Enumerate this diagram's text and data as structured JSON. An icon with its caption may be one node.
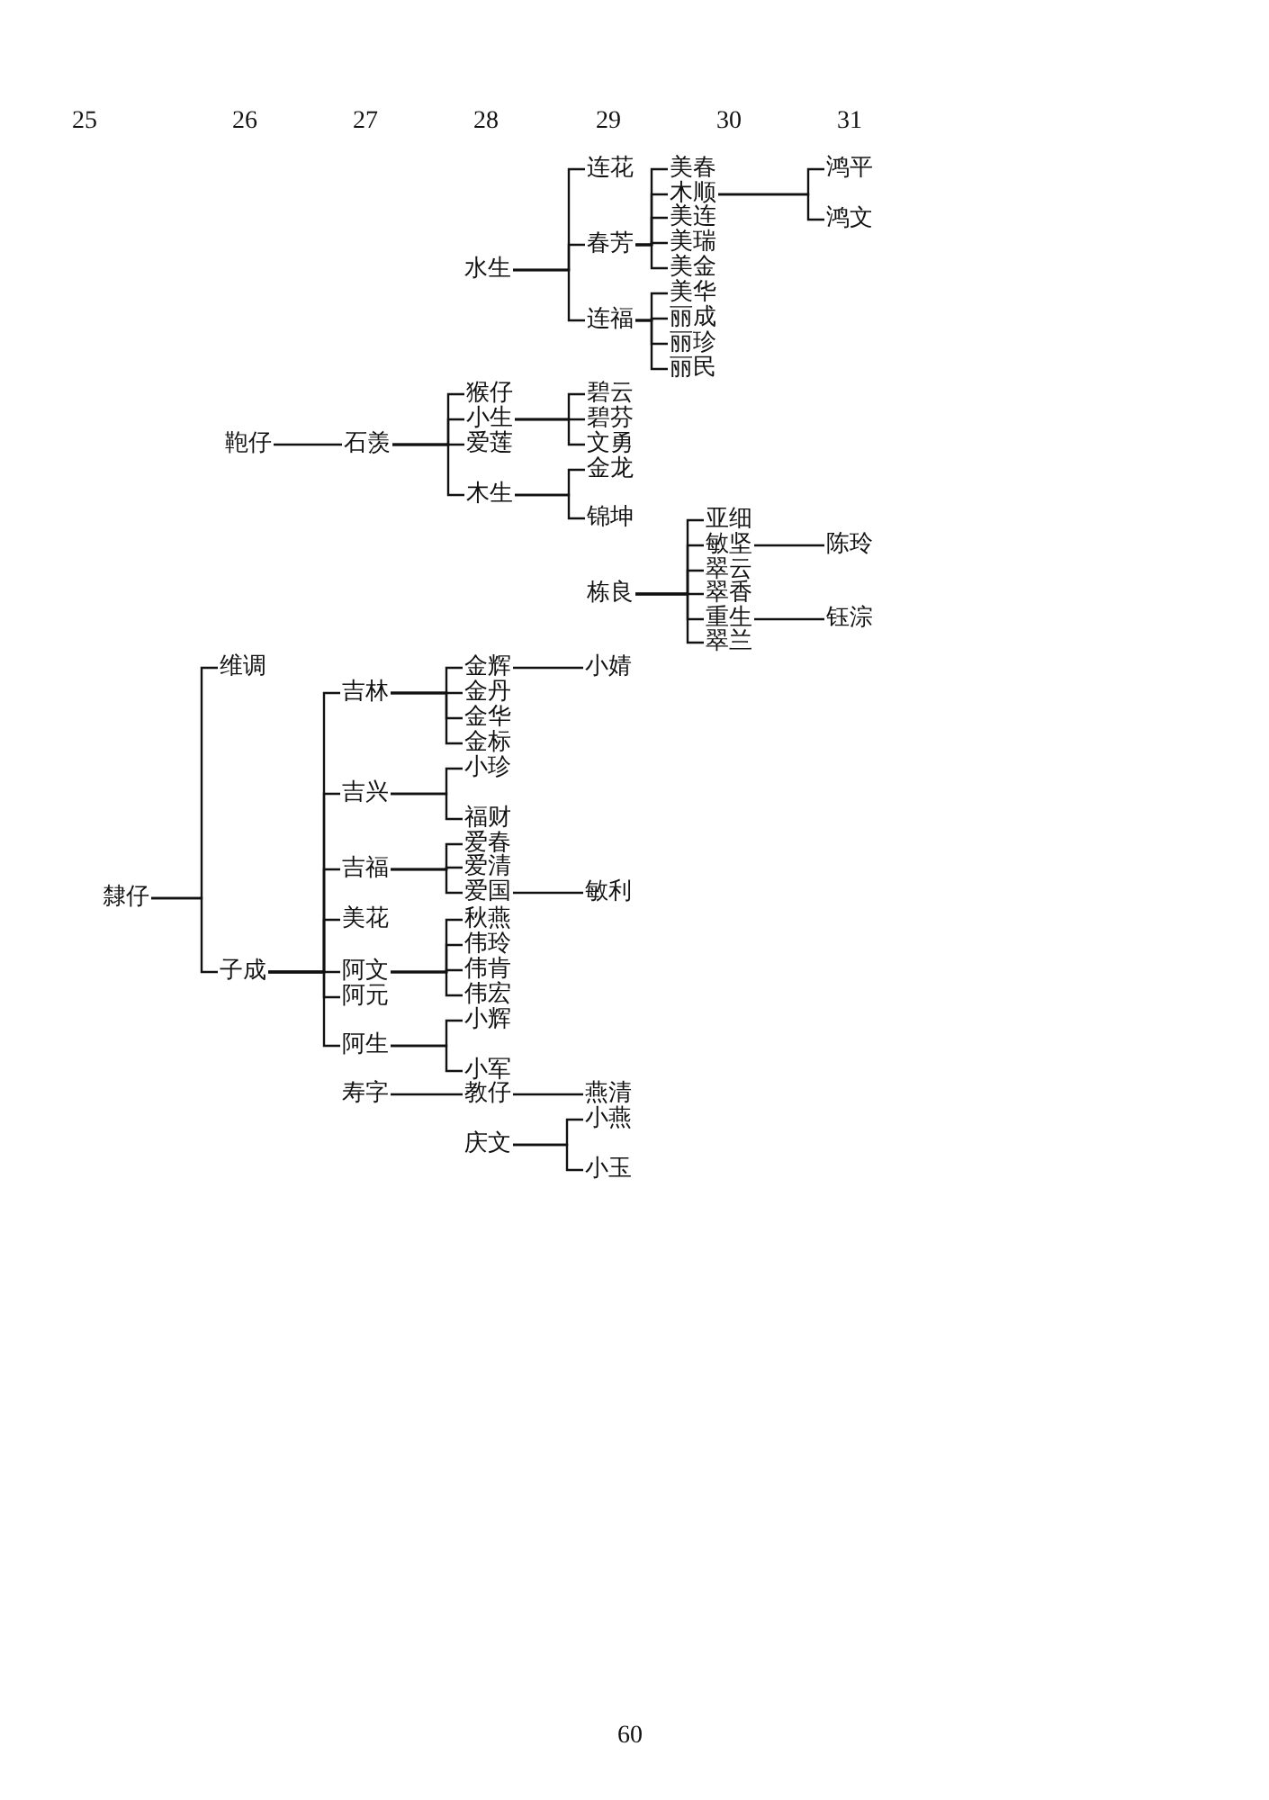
{
  "diagram": {
    "nodes": [
      {
        "text": [
          "水生"
        ]
      },
      {
        "text": [
          "连花"
        ]
      },
      {
        "text": [
          "春芳"
        ]
      },
      {
        "text": [
          "连福"
        ]
      },
      {
        "text": [
          "美春"
        ]
      },
      {
        "text": [
          "木顺"
        ]
      },
      {
        "text": [
          "美连"
        ]
      },
      {
        "text": [
          "美瑞"
        ]
      },
      {
        "text": [
          "美金"
        ]
      },
      {
        "text": [
          "美华"
        ]
      },
      {
        "text": [
          "丽成"
        ]
      },
      {
        "text": [
          "丽珍"
        ]
      },
      {
        "text": [
          "丽民"
        ]
      },
      {
        "text": [
          "鸿平"
        ]
      },
      {
        "text": [
          "鸿文"
        ]
      },
      {
        "text": [
          "鞄仔"
        ]
      },
      {
        "text": [
          "石羡"
        ]
      },
      {
        "text": [
          "猴仔"
        ]
      },
      {
        "text": [
          "小生"
        ]
      },
      {
        "text": [
          "爱莲"
        ]
      },
      {
        "text": [
          "木生"
        ]
      },
      {
        "text": [
          "碧云"
        ]
      },
      {
        "text": [
          "碧芬"
        ]
      },
      {
        "text": [
          "文勇"
        ]
      },
      {
        "text": [
          "金龙"
        ]
      },
      {
        "text": [
          "锦坤"
        ]
      },
      {
        "text": [
          "栋良"
        ]
      },
      {
        "text": [
          "亚细"
        ]
      },
      {
        "text": [
          "敏坚"
        ]
      },
      {
        "text": [
          "翠云"
        ]
      },
      {
        "text": [
          "翠香"
        ]
      },
      {
        "text": [
          "重生"
        ]
      },
      {
        "text": [
          "翠兰"
        ]
      },
      {
        "text": [
          "陈玲"
        ]
      },
      {
        "text": [
          "钰淙"
        ]
      },
      {
        "text": [
          "隸仔"
        ]
      },
      {
        "text": [
          "维调"
        ]
      },
      {
        "text": [
          "子成"
        ]
      },
      {
        "text": [
          "吉林"
        ]
      },
      {
        "text": [
          "吉兴"
        ]
      },
      {
        "text": [
          "吉福"
        ]
      },
      {
        "text": [
          "美花"
        ]
      },
      {
        "text": [
          "阿文"
        ]
      },
      {
        "text": [
          "阿元"
        ]
      },
      {
        "text": [
          "阿生"
        ]
      },
      {
        "text": [
          "金辉"
        ]
      },
      {
        "text": [
          "金丹"
        ]
      },
      {
        "text": [
          "金华"
        ]
      },
      {
        "text": [
          "金标"
        ]
      },
      {
        "text": [
          "小珍"
        ]
      },
      {
        "text": [
          "福财"
        ]
      },
      {
        "text": [
          "爱春"
        ]
      },
      {
        "text": [
          "爱清"
        ]
      },
      {
        "text": [
          "爱国"
        ]
      },
      {
        "text": [
          "秋燕"
        ]
      },
      {
        "text": [
          "伟玲"
        ]
      },
      {
        "text": [
          "伟肯"
        ]
      },
      {
        "text": [
          "伟宏"
        ]
      },
      {
        "text": [
          "小辉"
        ]
      },
      {
        "text": [
          "小军"
        ]
      },
      {
        "text": [
          "小婧"
        ]
      },
      {
        "text": [
          "敏利"
        ]
      },
      {
        "text": [
          "寿字"
        ]
      },
      {
        "text": [
          "教仔"
        ]
      },
      {
        "text": [
          "燕清"
        ]
      },
      {
        "text": [
          "庆文"
        ]
      },
      {
        "text": [
          "小燕"
        ]
      },
      {
        "text": [
          "小玉"
        ]
      }
    ],
    "edges": [
      {
        "from": 0,
        "to": 1,
        "arrow": "none"
      },
      {
        "from": 0,
        "to": 2,
        "arrow": "none"
      },
      {
        "from": 0,
        "to": 3,
        "arrow": "none"
      },
      {
        "from": 2,
        "to": 4,
        "arrow": "none"
      },
      {
        "from": 2,
        "to": 5,
        "arrow": "none"
      },
      {
        "from": 2,
        "to": 6,
        "arrow": "none"
      },
      {
        "from": 2,
        "to": 7,
        "arrow": "none"
      },
      {
        "from": 2,
        "to": 8,
        "arrow": "none"
      },
      {
        "from": 5,
        "to": 13,
        "arrow": "none"
      },
      {
        "from": 5,
        "to": 14,
        "arrow": "none"
      },
      {
        "from": 3,
        "to": 9,
        "arrow": "none"
      },
      {
        "from": 3,
        "to": 10,
        "arrow": "none"
      },
      {
        "from": 3,
        "to": 11,
        "arrow": "none"
      },
      {
        "from": 3,
        "to": 12,
        "arrow": "none"
      },
      {
        "from": 15,
        "to": 16,
        "arrow": "none"
      },
      {
        "from": 16,
        "to": 17,
        "arrow": "none"
      },
      {
        "from": 16,
        "to": 18,
        "arrow": "none"
      },
      {
        "from": 16,
        "to": 19,
        "arrow": "none"
      },
      {
        "from": 16,
        "to": 20,
        "arrow": "none"
      },
      {
        "from": 18,
        "to": 21,
        "arrow": "none"
      },
      {
        "from": 18,
        "to": 22,
        "arrow": "none"
      },
      {
        "from": 18,
        "to": 23,
        "arrow": "none"
      },
      {
        "from": 20,
        "to": 24,
        "arrow": "none"
      },
      {
        "from": 20,
        "to": 25,
        "arrow": "none"
      },
      {
        "from": 26,
        "to": 27,
        "arrow": "none"
      },
      {
        "from": 26,
        "to": 28,
        "arrow": "none"
      },
      {
        "from": 26,
        "to": 29,
        "arrow": "none"
      },
      {
        "from": 26,
        "to": 30,
        "arrow": "none"
      },
      {
        "from": 26,
        "to": 31,
        "arrow": "none"
      },
      {
        "from": 26,
        "to": 32,
        "arrow": "none"
      },
      {
        "from": 28,
        "to": 33,
        "arrow": "none"
      },
      {
        "from": 31,
        "to": 34,
        "arrow": "none"
      },
      {
        "from": 35,
        "to": 36,
        "arrow": "none"
      },
      {
        "from": 35,
        "to": 37,
        "arrow": "none"
      },
      {
        "from": 37,
        "to": 38,
        "arrow": "none"
      },
      {
        "from": 37,
        "to": 39,
        "arrow": "none"
      },
      {
        "from": 37,
        "to": 40,
        "arrow": "none"
      },
      {
        "from": 37,
        "to": 41,
        "arrow": "none"
      },
      {
        "from": 37,
        "to": 42,
        "arrow": "none"
      },
      {
        "from": 37,
        "to": 43,
        "arrow": "none"
      },
      {
        "from": 37,
        "to": 44,
        "arrow": "none"
      },
      {
        "from": 38,
        "to": 45,
        "arrow": "none"
      },
      {
        "from": 38,
        "to": 46,
        "arrow": "none"
      },
      {
        "from": 38,
        "to": 47,
        "arrow": "none"
      },
      {
        "from": 38,
        "to": 48,
        "arrow": "none"
      },
      {
        "from": 39,
        "to": 49,
        "arrow": "none"
      },
      {
        "from": 39,
        "to": 50,
        "arrow": "none"
      },
      {
        "from": 40,
        "to": 51,
        "arrow": "none"
      },
      {
        "from": 40,
        "to": 52,
        "arrow": "none"
      },
      {
        "from": 40,
        "to": 53,
        "arrow": "none"
      },
      {
        "from": 42,
        "to": 54,
        "arrow": "none"
      },
      {
        "from": 42,
        "to": 55,
        "arrow": "none"
      },
      {
        "from": 42,
        "to": 56,
        "arrow": "none"
      },
      {
        "from": 42,
        "to": 57,
        "arrow": "none"
      },
      {
        "from": 44,
        "to": 58,
        "arrow": "none"
      },
      {
        "from": 44,
        "to": 59,
        "arrow": "none"
      },
      {
        "from": 45,
        "to": 60,
        "arrow": "none"
      },
      {
        "from": 53,
        "to": 61,
        "arrow": "none"
      },
      {
        "from": 62,
        "to": 63,
        "arrow": "none"
      },
      {
        "from": 63,
        "to": 64,
        "arrow": "none"
      },
      {
        "from": 65,
        "to": 66,
        "arrow": "none"
      },
      {
        "from": 65,
        "to": 67,
        "arrow": "none"
      }
    ],
    "labels": [
      "25",
      "26",
      "27",
      "28",
      "29",
      "30",
      "31",
      "60"
    ]
  }
}
